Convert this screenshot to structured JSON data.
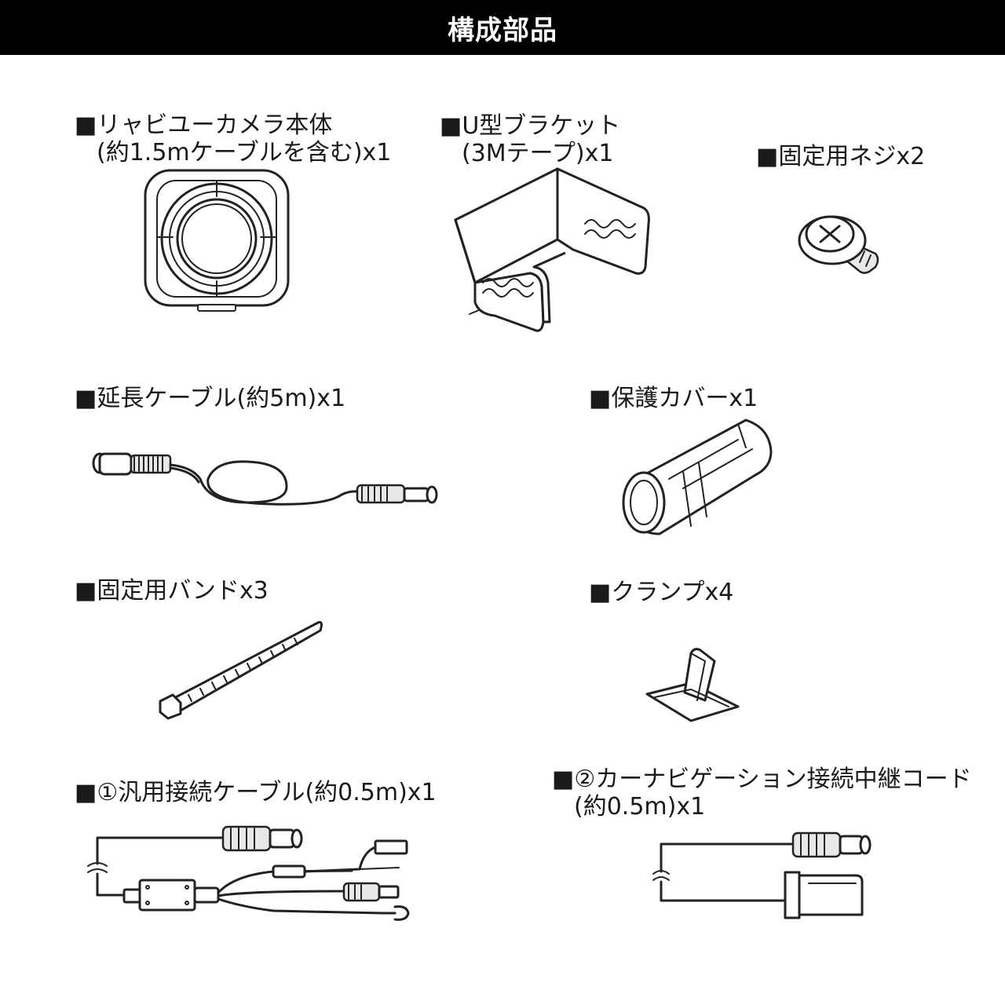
{
  "title": "構成部品",
  "items": [
    {
      "line1": "■リャビユーカメラ本体",
      "line2": "(約1.5mケーブルを含む)x1"
    },
    {
      "line1": "■U型ブラケット",
      "line2": "(3Mテープ)x1"
    },
    {
      "line1": "■固定用ネジx2"
    },
    {
      "line1": "■延長ケーブル(約5m)x1"
    },
    {
      "line1": "■保護カバーx1"
    },
    {
      "line1": "■固定用バンドx3"
    },
    {
      "line1": "■クランプx4"
    },
    {
      "line1": "■①汎用接続ケーブル(約0.5m)x1"
    },
    {
      "line1": "■②カーナビゲーション接続中継コード",
      "line2": "(約0.5m)x1"
    }
  ]
}
